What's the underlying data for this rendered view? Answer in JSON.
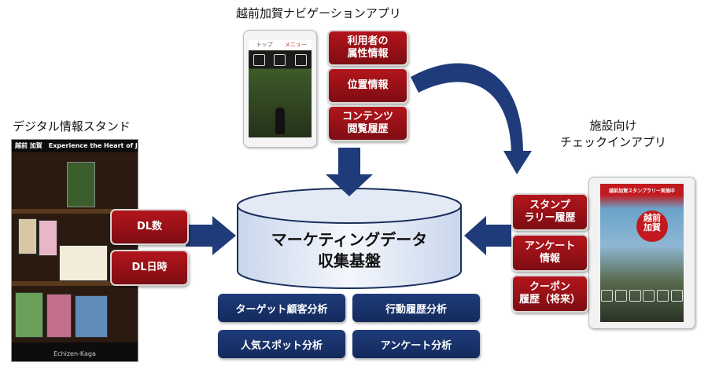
{
  "titles": {
    "nav_app": "越前加賀ナビゲーションアプリ",
    "digital_stand": "デジタル情報スタンド",
    "checkin_app": "施設向け\nチェックインアプリ"
  },
  "database": {
    "label_line1": "マーケティングデータ",
    "label_line2": "収集基盤"
  },
  "nav_app_data": [
    "利用者の\n属性情報",
    "位置情報",
    "コンテンツ\n閲覧履歴"
  ],
  "stand_data": [
    "DL数",
    "DL日時"
  ],
  "checkin_data": [
    "スタンプ\nラリー履歴",
    "アンケート\n情報",
    "クーポン\n履歴（将来）"
  ],
  "analyses": [
    "ターゲット顧客分析",
    "行動履歴分析",
    "人気スポット分析",
    "アンケート分析"
  ],
  "phone_screen": {
    "tab_left": "トップ",
    "tab_right": "メニュー"
  },
  "stand_screen": {
    "header": "越前 加賀　Experience the Heart of Japan",
    "footer": "Echizen-Kaga"
  },
  "tablet_screen": {
    "banner": "越前加賀スタンプラリー実施中",
    "seal_text": "越前\n加賀"
  },
  "colors": {
    "red": "#9b1218",
    "navy": "#1b3468",
    "arrow": "#1f3b7a"
  }
}
